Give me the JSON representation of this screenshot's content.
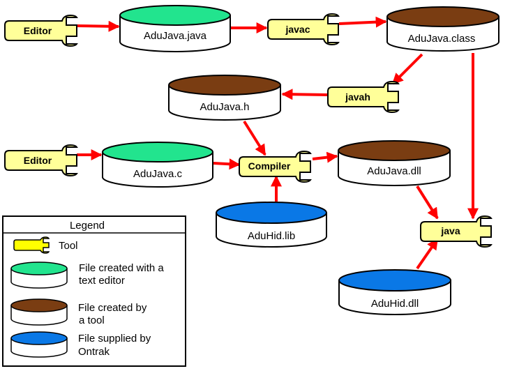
{
  "colors": {
    "edit": "#22e48e",
    "tool": "#7a3d12",
    "supplied": "#0a78e6",
    "tool_fill": "#ffff99",
    "arrow": "#ff0000",
    "outline": "#000000",
    "can_body": "#ffffff"
  },
  "tools": {
    "editor_top": "Editor",
    "javac": "javac",
    "javah": "javah",
    "editor_mid": "Editor",
    "compiler": "Compiler",
    "java": "java"
  },
  "files": {
    "adujava_java": "AduJava.java",
    "adujava_class": "AduJava.class",
    "adujava_h": "AduJava.h",
    "adujava_c": "AduJava.c",
    "adujava_dll": "AduJava.dll",
    "aduhid_lib": "AduHid.lib",
    "aduhid_dll": "AduHid.dll"
  },
  "legend": {
    "title": "Legend",
    "tool": "Tool",
    "edit_line1": "File created with a",
    "edit_line2": "text editor",
    "tool_line1": "File created by",
    "tool_line2": "a tool",
    "supplied_line1": "File supplied by",
    "supplied_line2": "Ontrak"
  }
}
